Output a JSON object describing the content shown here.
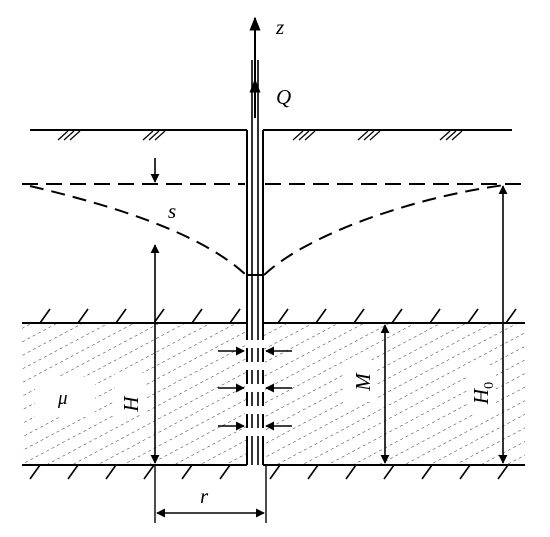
{
  "labels": {
    "z": "z",
    "Q": "Q",
    "s": "s",
    "H": "H",
    "r": "r",
    "M": "M",
    "mu": "μ",
    "H0": {
      "main": "H",
      "subscript": "0"
    }
  },
  "colors": {
    "ink": "#000000",
    "background": "#ffffff"
  }
}
